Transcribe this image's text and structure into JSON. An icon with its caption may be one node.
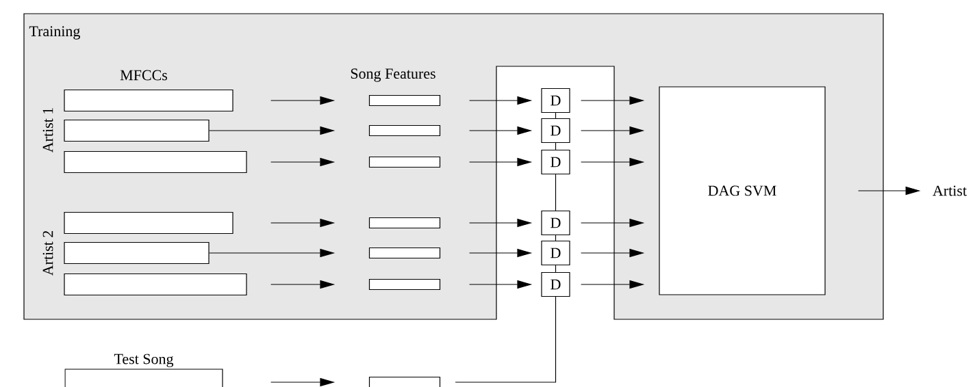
{
  "diagram": {
    "nodes": [
      {
        "text": [
          "Training"
        ]
      },
      {
        "text": [],
        "shape": "box",
        "in": 0
      },
      {
        "text": [],
        "shape": "box",
        "in": 0
      },
      {
        "text": [],
        "shape": "box",
        "in": 0
      },
      {
        "text": [],
        "shape": "box",
        "in": 0
      },
      {
        "text": [],
        "shape": "box",
        "in": 0
      },
      {
        "text": [],
        "shape": "box",
        "in": 0
      },
      {
        "text": [],
        "shape": "box",
        "in": 0
      },
      {
        "text": [],
        "shape": "box",
        "in": 0
      },
      {
        "text": [],
        "shape": "box",
        "in": 0
      },
      {
        "text": [],
        "shape": "box",
        "in": 0
      },
      {
        "text": [],
        "shape": "box",
        "in": 0
      },
      {
        "text": [],
        "shape": "box",
        "in": 0
      },
      {
        "text": [
          "D"
        ]
      },
      {
        "text": [
          "D"
        ]
      },
      {
        "text": [
          "D"
        ]
      },
      {
        "text": [
          "D"
        ]
      },
      {
        "text": [
          "D"
        ]
      },
      {
        "text": [
          "D"
        ]
      },
      {
        "text": [
          "DAG SVM"
        ],
        "in": 0
      },
      {
        "text": [
          "Artist"
        ]
      },
      {
        "text": [
          "Test Song"
        ]
      },
      {
        "text": [],
        "shape": "box"
      }
    ],
    "edges": [
      {
        "from": 1,
        "to": 7,
        "arrow": "to"
      },
      {
        "from": 2,
        "to": 8,
        "arrow": "to"
      },
      {
        "from": 3,
        "to": 9,
        "arrow": "to"
      },
      {
        "from": 4,
        "to": 10,
        "arrow": "to"
      },
      {
        "from": 5,
        "to": 11,
        "arrow": "to"
      },
      {
        "from": 6,
        "to": 12,
        "arrow": "to"
      },
      {
        "from": 7,
        "to": 13,
        "arrow": "to"
      },
      {
        "from": 8,
        "to": 14,
        "arrow": "to"
      },
      {
        "from": 9,
        "to": 15,
        "arrow": "to"
      },
      {
        "from": 10,
        "to": 16,
        "arrow": "to"
      },
      {
        "from": 11,
        "to": 17,
        "arrow": "to"
      },
      {
        "from": 12,
        "to": 18,
        "arrow": "to"
      },
      {
        "from": 13,
        "to": 19,
        "arrow": "to"
      },
      {
        "from": 14,
        "to": 19,
        "arrow": "to"
      },
      {
        "from": 15,
        "to": 19,
        "arrow": "to"
      },
      {
        "from": 16,
        "to": 19,
        "arrow": "to"
      },
      {
        "from": 17,
        "to": 19,
        "arrow": "to"
      },
      {
        "from": 18,
        "to": 19,
        "arrow": "to"
      },
      {
        "from": 19,
        "to": 20,
        "arrow": "to"
      },
      {
        "from": 13,
        "to": 14,
        "arrow": "none"
      },
      {
        "from": 14,
        "to": 15,
        "arrow": "none"
      },
      {
        "from": 15,
        "to": 16,
        "arrow": "none"
      },
      {
        "from": 16,
        "to": 17,
        "arrow": "none"
      },
      {
        "from": 17,
        "to": 18,
        "arrow": "none"
      },
      {
        "from": 22,
        "to": 18,
        "arrow": "none"
      },
      {
        "from": 21,
        "to": 22,
        "arrow": "to"
      }
    ],
    "labels": [
      "MFCCs",
      "Song Features",
      "Artist 1",
      "Artist 2"
    ]
  }
}
